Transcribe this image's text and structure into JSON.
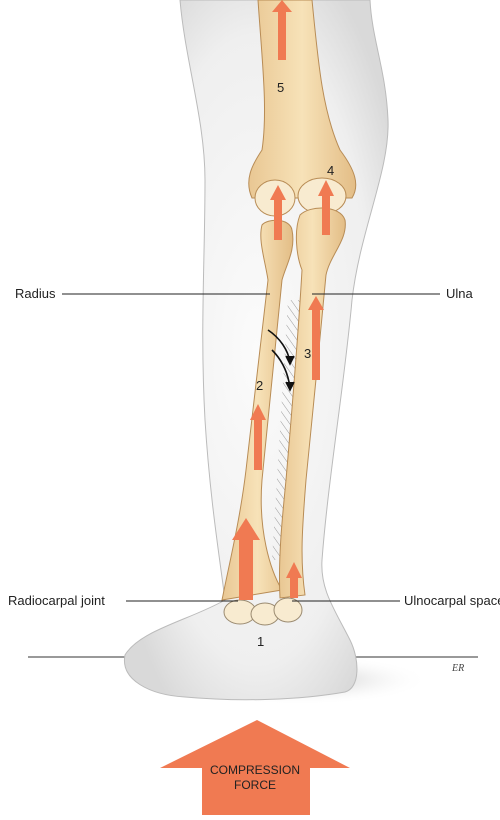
{
  "labels": {
    "radius": "Radius",
    "ulna": "Ulna",
    "radiocarpal_joint": "Radiocarpal joint",
    "ulnocarpal_space": "Ulnocarpal space"
  },
  "numbers": {
    "n1": "1",
    "n2": "2",
    "n3": "3",
    "n4": "4",
    "n5": "5"
  },
  "force": {
    "line1": "COMPRESSION",
    "line2": "FORCE"
  },
  "signature": "ER",
  "colors": {
    "arrow": "#f07a52",
    "bone": "#f4dcae",
    "skin": "#f3f3f3",
    "leader": "#222222"
  }
}
